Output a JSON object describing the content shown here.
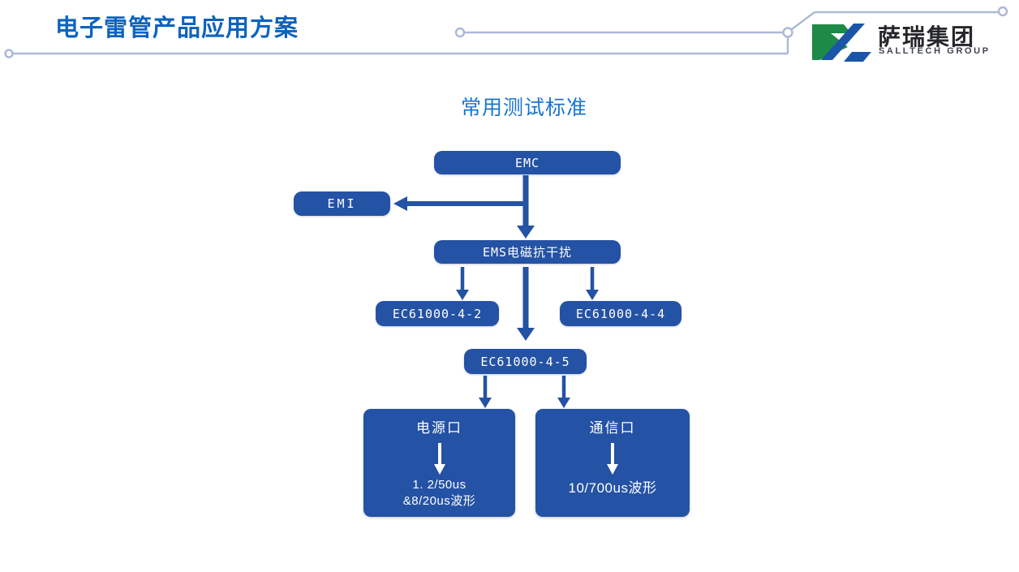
{
  "header": {
    "title": "电子雷管产品应用方案",
    "logo": {
      "name_cn": "萨瑞集团",
      "name_en": "SALLTECH GROUP"
    }
  },
  "diagram": {
    "title": "常用测试标准",
    "nodes": {
      "emc": {
        "label": "EMC"
      },
      "emi": {
        "label": "EMI"
      },
      "ems": {
        "label": "EMS电磁抗干扰"
      },
      "ec42": {
        "label": "EC61000-4-2"
      },
      "ec44": {
        "label": "EC61000-4-4"
      },
      "ec45": {
        "label": "EC61000-4-5"
      },
      "power_port": {
        "label": "电源口",
        "detail_line1": "1. 2/50us",
        "detail_line2": "&8/20us波形"
      },
      "comm_port": {
        "label": "通信口",
        "detail_line1": "10/700us波形"
      }
    },
    "connections": [
      "EMC -> EMS电磁抗干扰",
      "EMC line -> EMI",
      "EMS电磁抗干扰 -> EC61000-4-2",
      "EMS电磁抗干扰 -> EC61000-4-4",
      "EMS电磁抗干扰 -> EC61000-4-5",
      "EC61000-4-5 -> 电源口",
      "EC61000-4-5 -> 通信口"
    ]
  },
  "colors": {
    "node_blue": "#2452a4",
    "arrow_blue": "#2452a4",
    "title_blue": "#0c63be",
    "subtitle_blue": "#1b74cc",
    "deco_line": "#adb9d6",
    "logo_green": "#1d8a47",
    "logo_blue": "#1a55a8",
    "logo_text": "#26272a"
  }
}
